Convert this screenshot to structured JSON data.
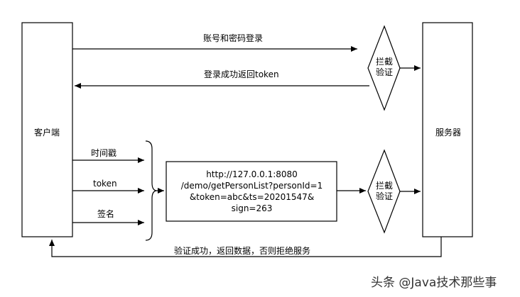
{
  "client": {
    "label": "客户端"
  },
  "server": {
    "label": "服务器"
  },
  "gate_top": {
    "line1": "拦截",
    "line2": "验证"
  },
  "gate_bottom": {
    "line1": "拦截",
    "line2": "验证"
  },
  "arrows": {
    "login": "账号和密码登录",
    "login_ok": "登录成功返回token",
    "final": "验证成功，返回数据，否则拒绝服务"
  },
  "params": {
    "timestamp": "时间戳",
    "token": "token",
    "sign": "签名"
  },
  "request": {
    "line1": "http://127.0.0.1:8080",
    "line2": "/demo/getPersonList?personId=1",
    "line3": "&token=abc&ts=20201547&",
    "line4": "sign=263"
  },
  "watermark": "头条 @Java技术那些事"
}
